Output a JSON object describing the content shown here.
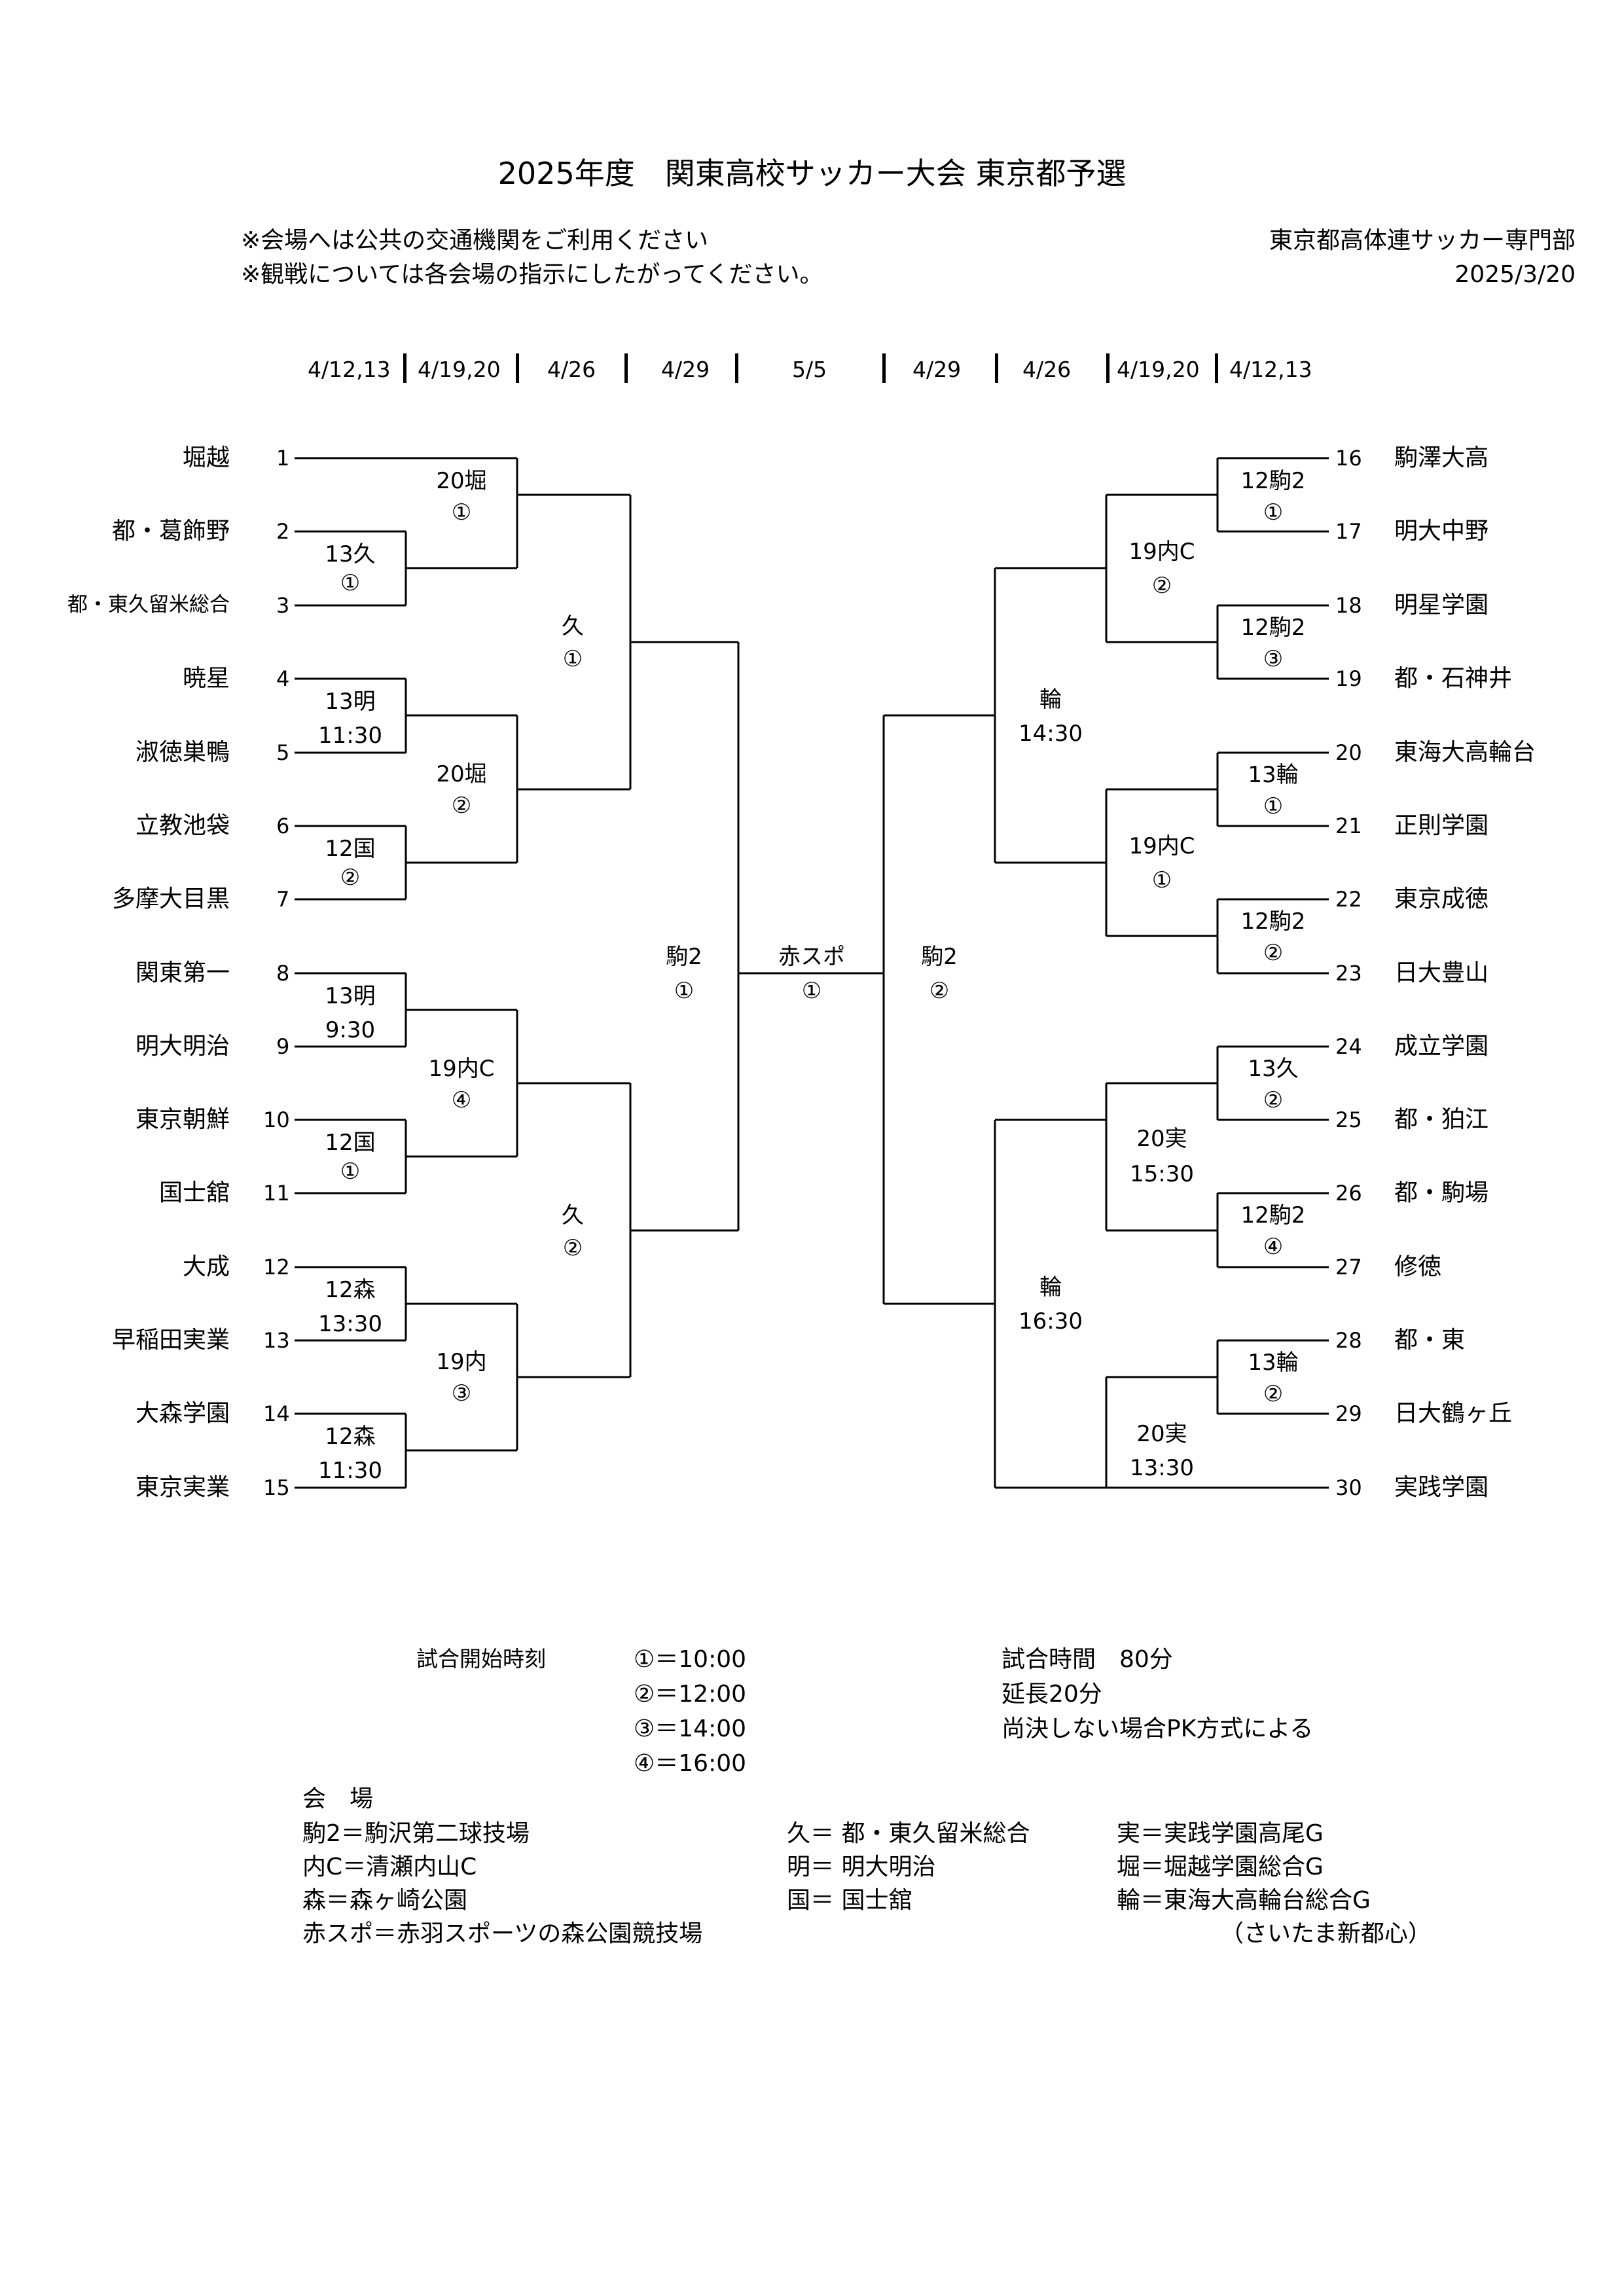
{
  "title": "2025年度　関東高校サッカー大会 東京都予選",
  "notes": [
    "※会場へは公共の交通機関をご利用ください",
    "※観戦については各会場の指示にしたがってください。"
  ],
  "organizer": "東京都高体連サッカー専門部",
  "published": "2025/3/20",
  "round_dates": [
    "4/12,13",
    "4/19,20",
    "4/26",
    "4/29",
    "5/5",
    "4/29",
    "4/26",
    "4/19,20",
    "4/12,13"
  ],
  "teams_left": [
    {
      "seed": "1",
      "name": "堀越"
    },
    {
      "seed": "2",
      "name": "都・葛飾野"
    },
    {
      "seed": "3",
      "name": "都・東久留米総合"
    },
    {
      "seed": "4",
      "name": "暁星"
    },
    {
      "seed": "5",
      "name": "淑徳巣鴨"
    },
    {
      "seed": "6",
      "name": "立教池袋"
    },
    {
      "seed": "7",
      "name": "多摩大目黒"
    },
    {
      "seed": "8",
      "name": "関東第一"
    },
    {
      "seed": "9",
      "name": "明大明治"
    },
    {
      "seed": "10",
      "name": "東京朝鮮"
    },
    {
      "seed": "11",
      "name": "国士舘"
    },
    {
      "seed": "12",
      "name": "大成"
    },
    {
      "seed": "13",
      "name": "早稲田実業"
    },
    {
      "seed": "14",
      "name": "大森学園"
    },
    {
      "seed": "15",
      "name": "東京実業"
    }
  ],
  "teams_right": [
    {
      "seed": "16",
      "name": "駒澤大高"
    },
    {
      "seed": "17",
      "name": "明大中野"
    },
    {
      "seed": "18",
      "name": "明星学園"
    },
    {
      "seed": "19",
      "name": "都・石神井"
    },
    {
      "seed": "20",
      "name": "東海大高輪台"
    },
    {
      "seed": "21",
      "name": "正則学園"
    },
    {
      "seed": "22",
      "name": "東京成徳"
    },
    {
      "seed": "23",
      "name": "日大豊山"
    },
    {
      "seed": "24",
      "name": "成立学園"
    },
    {
      "seed": "25",
      "name": "都・狛江"
    },
    {
      "seed": "26",
      "name": "都・駒場"
    },
    {
      "seed": "27",
      "name": "修徳"
    },
    {
      "seed": "28",
      "name": "都・東"
    },
    {
      "seed": "29",
      "name": "日大鶴ヶ丘"
    },
    {
      "seed": "30",
      "name": "実践学園"
    }
  ],
  "matches_left": {
    "r1_2v3": {
      "venue": "13久",
      "slot": "①"
    },
    "r1_4v5": {
      "venue": "13明",
      "slot": "11:30"
    },
    "r1_6v7": {
      "venue": "12国",
      "slot": "②"
    },
    "r1_8v9": {
      "venue": "13明",
      "slot": "9:30"
    },
    "r1_10v11": {
      "venue": "12国",
      "slot": "①"
    },
    "r1_12v13": {
      "venue": "12森",
      "slot": "13:30"
    },
    "r1_14v15": {
      "venue": "12森",
      "slot": "11:30"
    },
    "r2_a": {
      "venue": "20堀",
      "slot": "①"
    },
    "r2_b": {
      "venue": "20堀",
      "slot": "②"
    },
    "r2_c": {
      "venue": "19内C",
      "slot": "④"
    },
    "r2_d": {
      "venue": "19内",
      "slot": "③"
    },
    "r3_a": {
      "venue": "久",
      "slot": "①"
    },
    "r3_b": {
      "venue": "久",
      "slot": "②"
    },
    "semi": {
      "venue": "駒2",
      "slot": "①"
    }
  },
  "final": {
    "venue": "赤スポ",
    "slot": "①"
  },
  "matches_right": {
    "semi": {
      "venue": "駒2",
      "slot": "②"
    },
    "r3_a": {
      "venue": "輪",
      "slot": "14:30"
    },
    "r3_b": {
      "venue": "輪",
      "slot": "16:30"
    },
    "r2_a": {
      "venue": "19内C",
      "slot": "②"
    },
    "r2_b": {
      "venue": "19内C",
      "slot": "①"
    },
    "r2_c": {
      "venue": "20実",
      "slot": "15:30"
    },
    "r2_d": {
      "venue": "20実",
      "slot": "13:30"
    },
    "r1_16v17": {
      "venue": "12駒2",
      "slot": "①"
    },
    "r1_18v19": {
      "venue": "12駒2",
      "slot": "③"
    },
    "r1_20v21": {
      "venue": "13輪",
      "slot": "①"
    },
    "r1_22v23": {
      "venue": "12駒2",
      "slot": "②"
    },
    "r1_24v25": {
      "venue": "13久",
      "slot": "②"
    },
    "r1_26v27": {
      "venue": "12駒2",
      "slot": "④"
    },
    "r1_28v29": {
      "venue": "13輪",
      "slot": "②"
    }
  },
  "kickoff": {
    "label": "試合開始時刻",
    "times": [
      "①＝10:00",
      "②＝12:00",
      "③＝14:00",
      "④＝16:00"
    ]
  },
  "rules": [
    "試合時間　80分",
    "延長20分",
    "尚決しない場合PK方式による"
  ],
  "venues": {
    "label": "会　場",
    "col1": [
      "駒2＝駒沢第二球技場",
      "内C＝清瀬内山C",
      "森＝森ヶ崎公園",
      "赤スポ＝赤羽スポーツの森公園競技場"
    ],
    "col2": [
      "久＝ 都・東久留米総合",
      "明＝ 明大明治",
      "国＝ 国士舘"
    ],
    "col3": [
      "実＝実践学園高尾G",
      "堀＝堀越学園総合G",
      "輪＝東海大高輪台総合G",
      "（さいたま新都心）"
    ]
  }
}
